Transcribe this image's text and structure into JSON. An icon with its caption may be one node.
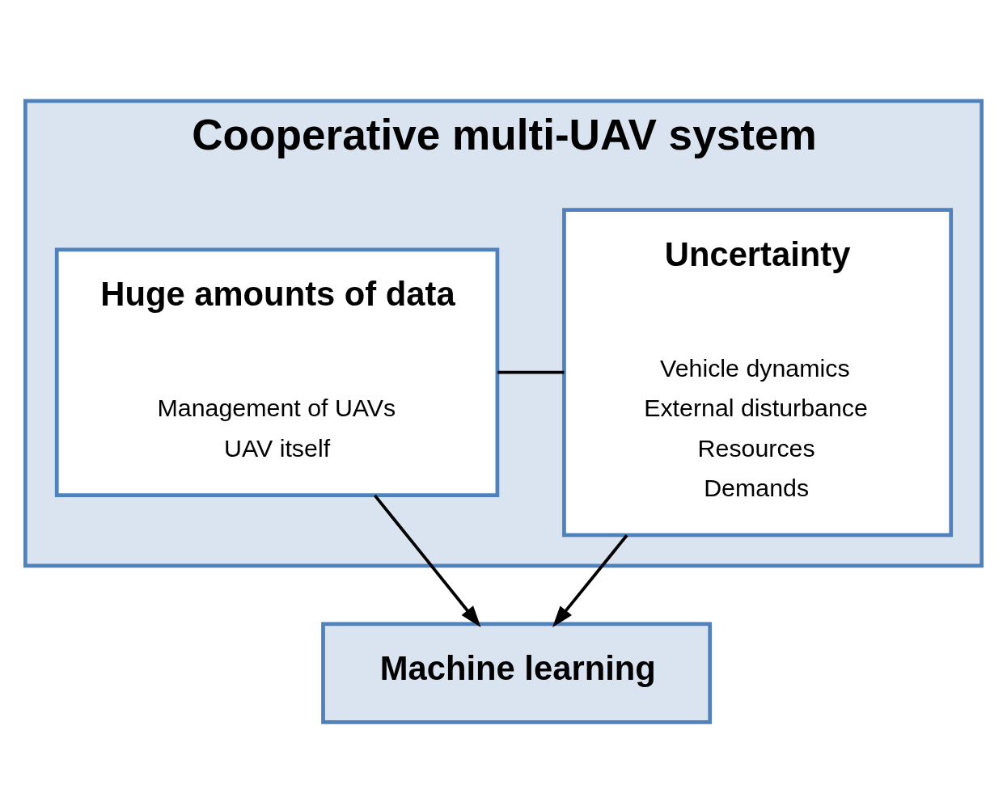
{
  "diagram": {
    "nodes": [
      {
        "text": [
          "Cooperative multi-UAV system"
        ]
      },
      {
        "text": [
          "Uncertainty",
          "Vehicle dynamics",
          "External disturbance",
          "Resources",
          "Demands"
        ],
        "in": 0
      },
      {
        "text": [
          "Huge amounts of data",
          "Management of UAVs",
          "UAV itself"
        ],
        "in": 0
      },
      {
        "text": [
          "Machine learning"
        ]
      }
    ],
    "edges": [
      {
        "from": 1,
        "to": 2,
        "arrow": "none"
      },
      {
        "from": 1,
        "to": 3,
        "arrow": "to"
      },
      {
        "from": 2,
        "to": 3,
        "arrow": "to"
      }
    ]
  }
}
